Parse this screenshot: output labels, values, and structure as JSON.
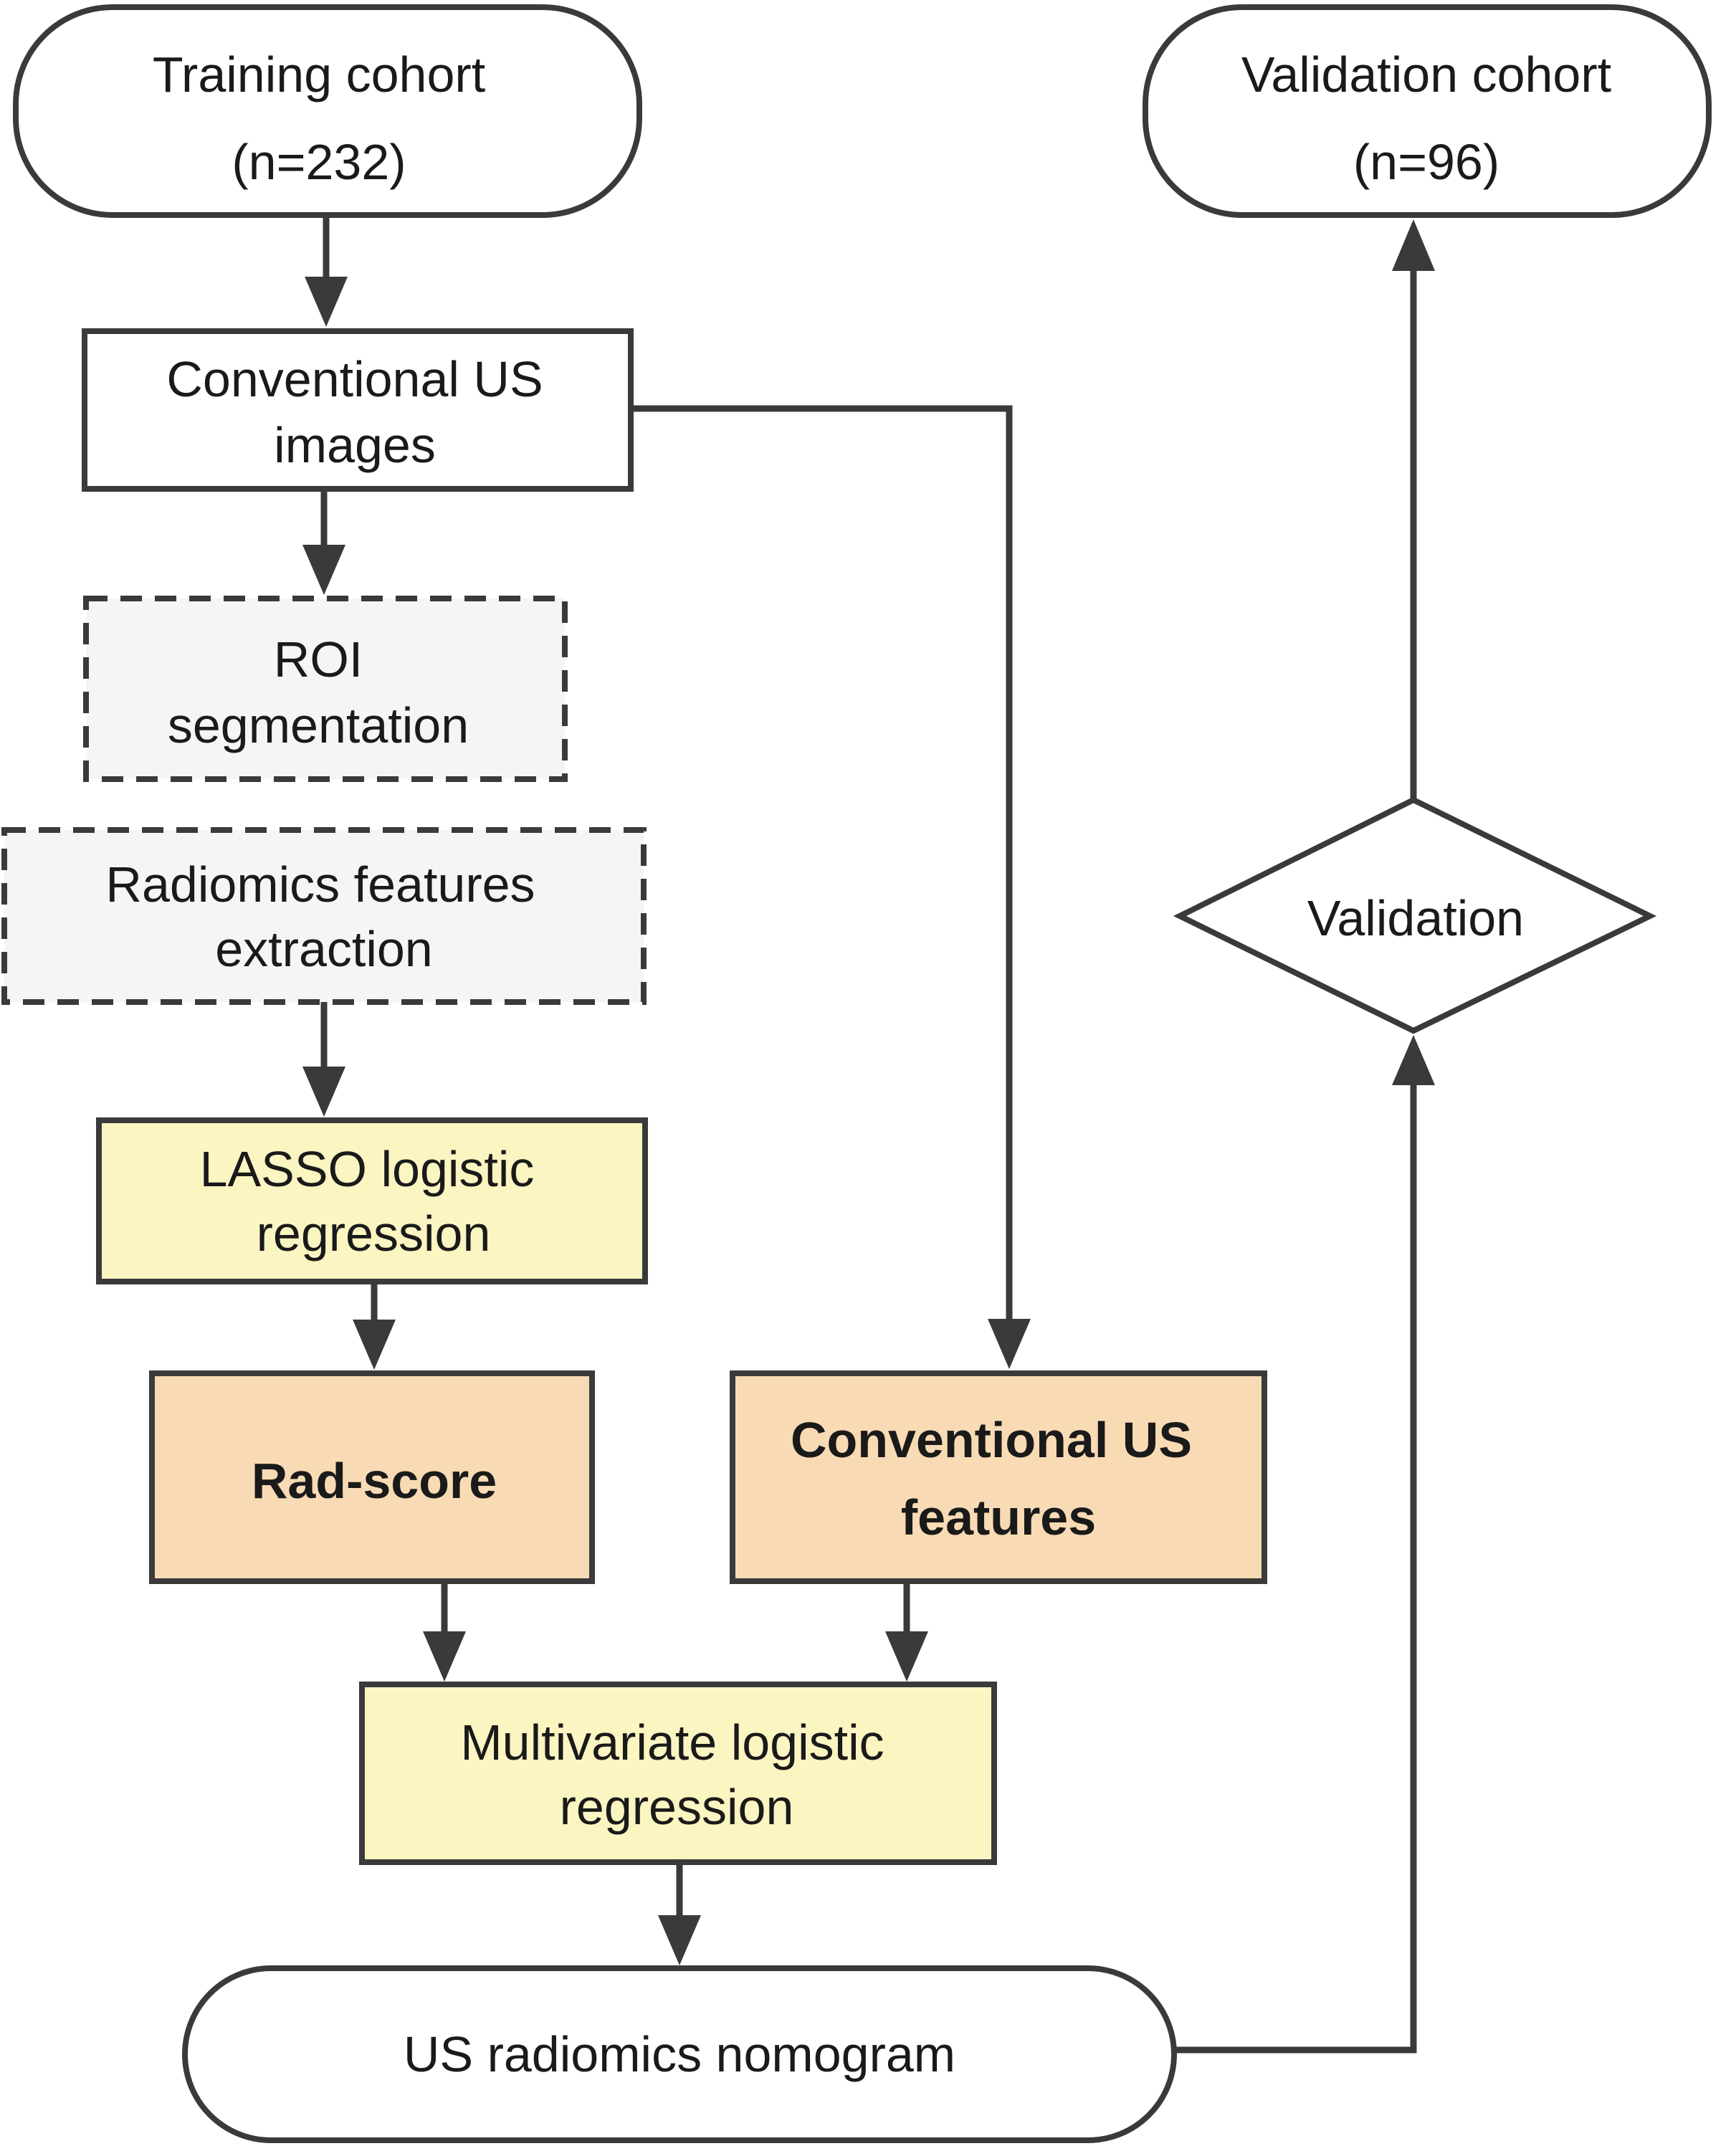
{
  "diagram": {
    "colors": {
      "stroke": "#3a3a3a",
      "plain_fill": "#ffffff",
      "dashed_fill": "#f5f5f5",
      "yellow_fill": "#fbf5c2",
      "orange_fill": "#f8dbb4"
    },
    "nodes": {
      "training_cohort": {
        "line1": "Training cohort",
        "line2": "(n=232)"
      },
      "validation_cohort": {
        "line1": "Validation cohort",
        "line2": "(n=96)"
      },
      "conventional_us_images": {
        "line1": "Conventional US",
        "line2": "images"
      },
      "roi_segmentation": {
        "line1": "ROI",
        "line2": "segmentation"
      },
      "radiomics_extraction": {
        "line1": "Radiomics features",
        "line2": "extraction"
      },
      "lasso_regression": {
        "line1": "LASSO logistic",
        "line2": "regression"
      },
      "rad_score": {
        "line1": "Rad-score"
      },
      "conventional_us_features": {
        "line1": "Conventional US",
        "line2": "features"
      },
      "multivariate_regression": {
        "line1": "Multivariate logistic",
        "line2": "regression"
      },
      "nomogram": {
        "line1": "US radiomics nomogram"
      },
      "validation": {
        "line1": "Validation"
      }
    },
    "edges": [
      {
        "from": "training_cohort",
        "to": "conventional_us_images"
      },
      {
        "from": "conventional_us_images",
        "to": "roi_segmentation"
      },
      {
        "from": "conventional_us_images",
        "to": "conventional_us_features"
      },
      {
        "from": "radiomics_extraction",
        "to": "lasso_regression"
      },
      {
        "from": "lasso_regression",
        "to": "rad_score"
      },
      {
        "from": "rad_score",
        "to": "multivariate_regression"
      },
      {
        "from": "conventional_us_features",
        "to": "multivariate_regression"
      },
      {
        "from": "multivariate_regression",
        "to": "nomogram"
      },
      {
        "from": "nomogram",
        "to": "validation"
      },
      {
        "from": "validation",
        "to": "validation_cohort"
      }
    ]
  }
}
